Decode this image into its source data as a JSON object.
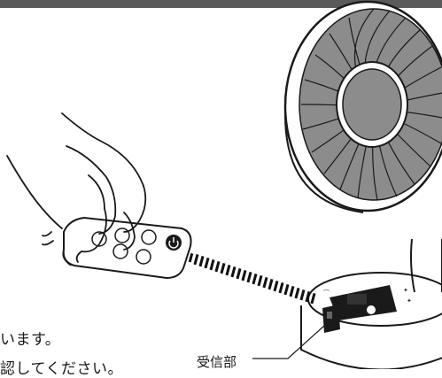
{
  "instructions": {
    "line1": "います。",
    "line2": "認してください。"
  },
  "labels": {
    "receiver": "受信部"
  },
  "icons": {
    "power": "power-icon"
  },
  "colors": {
    "ink": "#1a1a1a",
    "banner": "#5a5a5a",
    "fan_grille": "#8c8c8c",
    "signal": "#111111"
  }
}
